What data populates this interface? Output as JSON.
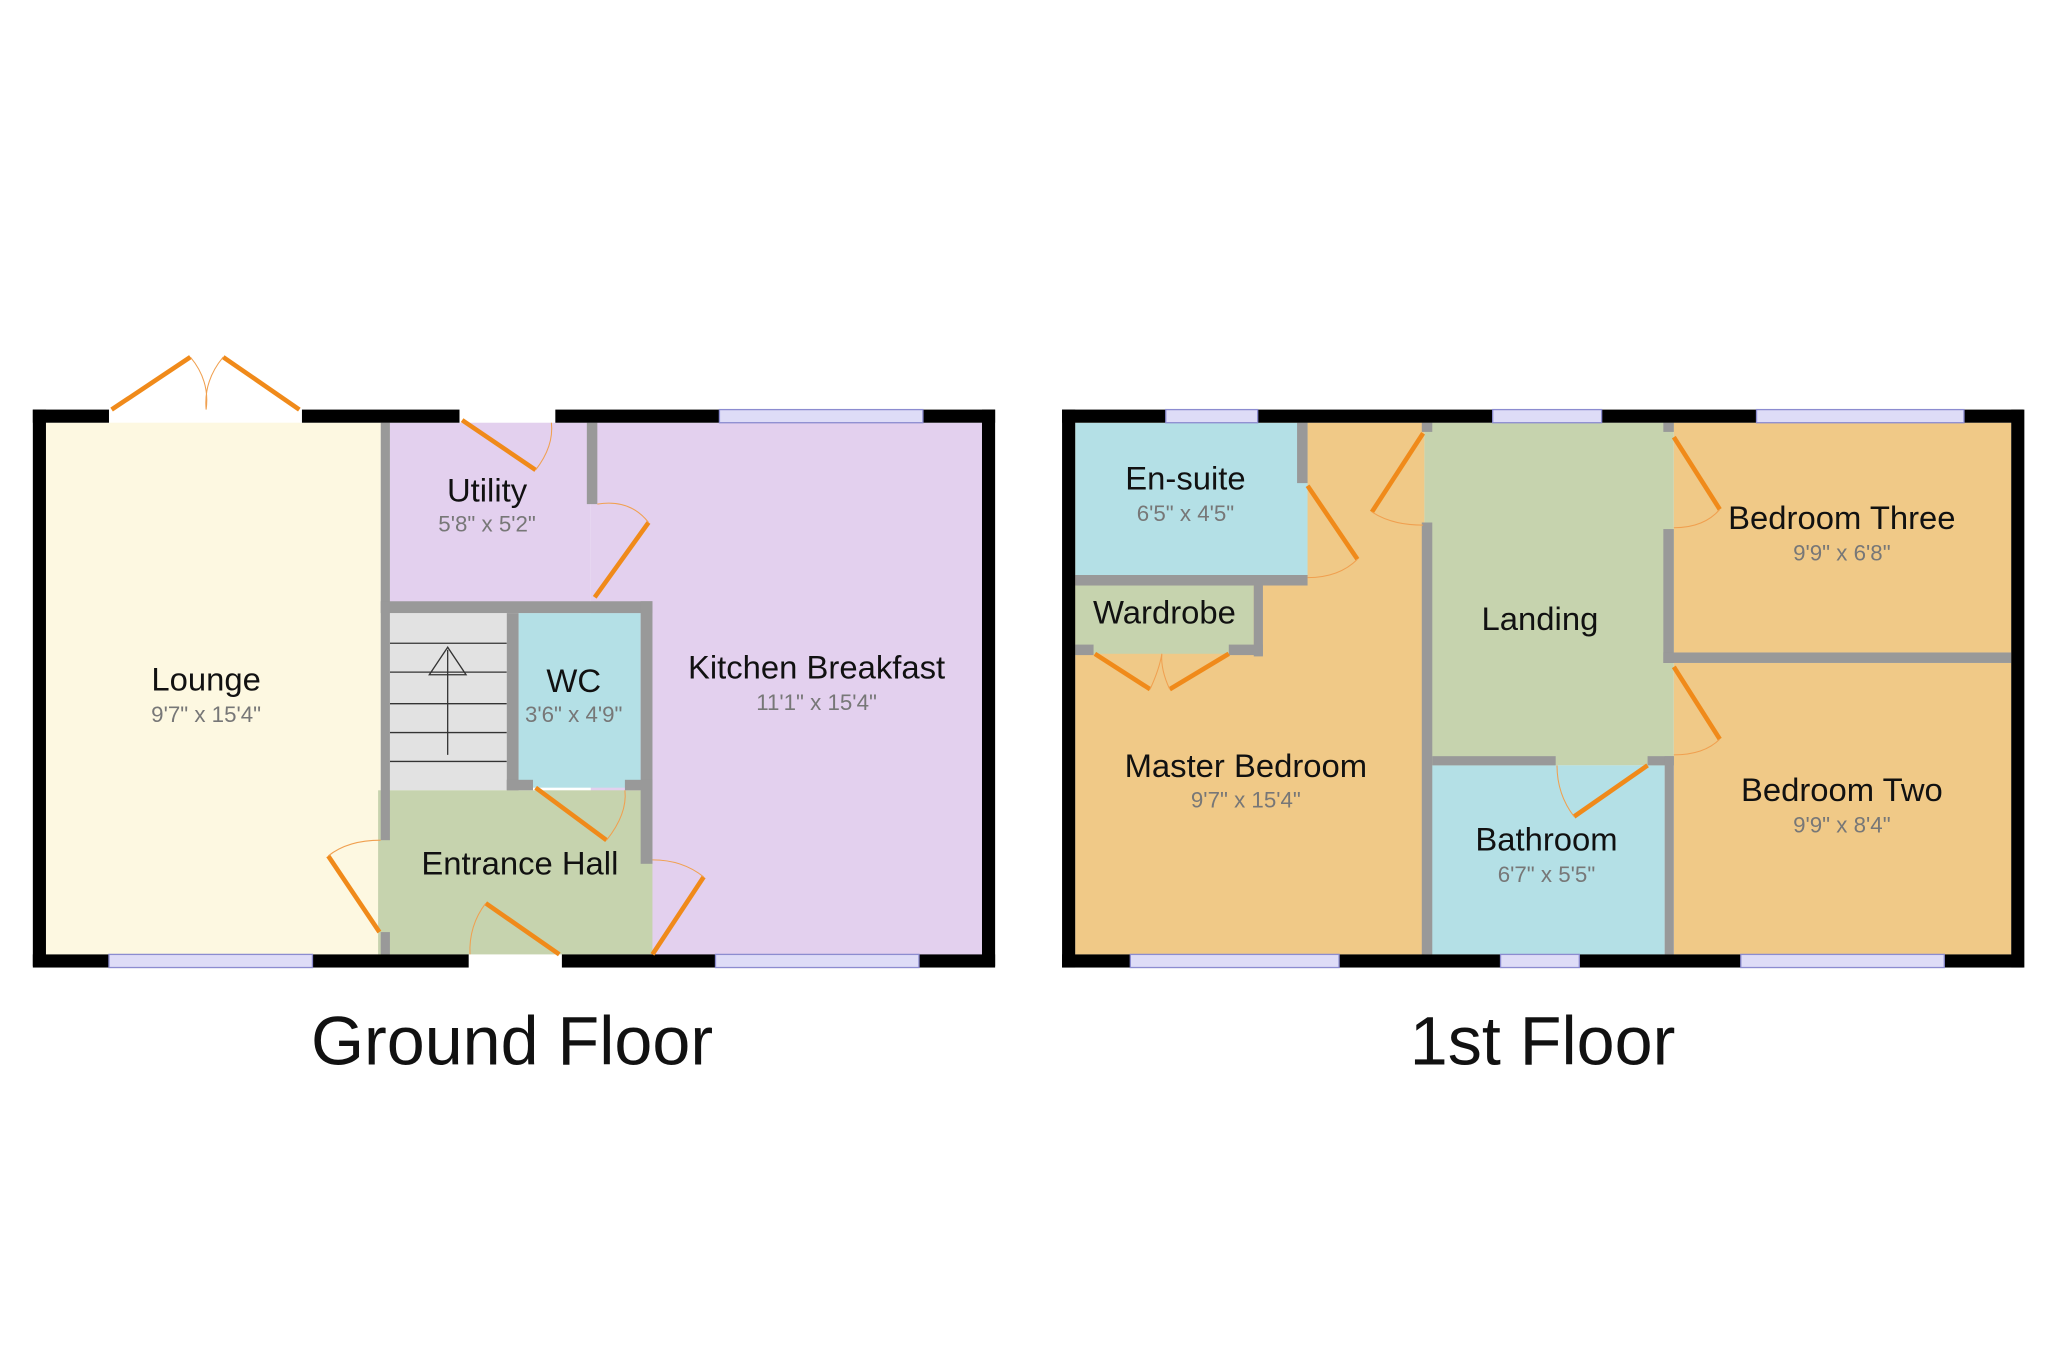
{
  "ground_floor": {
    "title": "Ground Floor",
    "rooms": [
      {
        "name": "Lounge",
        "dims": "9'7\" x 15'4\""
      },
      {
        "name": "Utility",
        "dims": "5'8\" x 5'2\""
      },
      {
        "name": "WC",
        "dims": "3'6\" x 4'9\""
      },
      {
        "name": "Kitchen Breakfast",
        "dims": "11'1\" x 15'4\""
      },
      {
        "name": "Entrance Hall"
      }
    ]
  },
  "first_floor": {
    "title": "1st Floor",
    "rooms": [
      {
        "name": "En-suite",
        "dims": "6'5\" x 4'5\""
      },
      {
        "name": "Wardrobe"
      },
      {
        "name": "Master Bedroom",
        "dims": "9'7\" x 15'4\""
      },
      {
        "name": "Landing"
      },
      {
        "name": "Bathroom",
        "dims": "6'7\" x 5'5\""
      },
      {
        "name": "Bedroom Three",
        "dims": "9'9\" x 6'8\""
      },
      {
        "name": "Bedroom Two",
        "dims": "9'9\" x 8'4\""
      }
    ]
  },
  "colors": {
    "lounge": "#fdf8e1",
    "lavender": "#e3d0ee",
    "blue": "#b4e0e6",
    "green": "#c6d3ae",
    "orange": "#f0c987",
    "stairs": "#e2e2e2"
  }
}
